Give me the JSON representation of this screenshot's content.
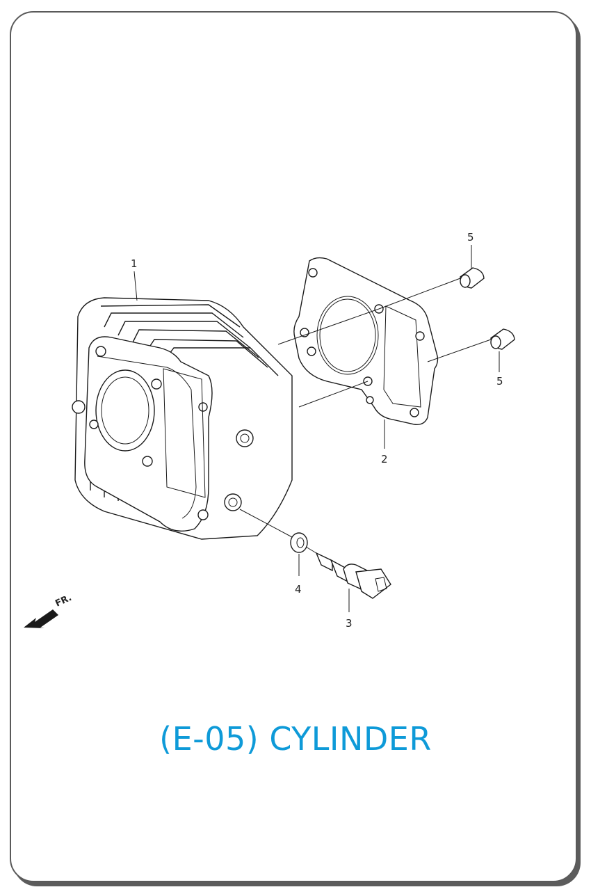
{
  "title": "(E-05) CYLINDER",
  "direction_label": "FR.",
  "callouts": [
    "1",
    "2",
    "3",
    "4",
    "5",
    "5"
  ],
  "colors": {
    "title": "#0e9ad8",
    "border": "#5a5a5a"
  }
}
